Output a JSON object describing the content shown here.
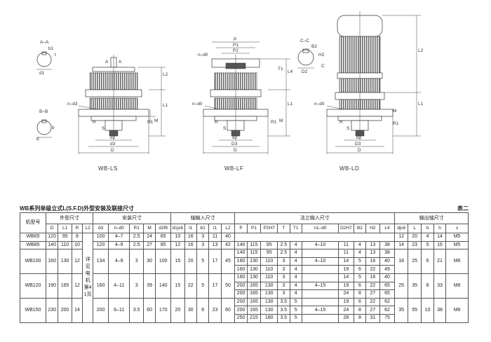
{
  "captions": {
    "ls": "WB-LS",
    "lf": "WB-LF",
    "ld": "WB-LD"
  },
  "drawing_labels": {
    "ls": {
      "sec_a": "A–A",
      "sec_b": "B–B",
      "b1": "b1",
      "t": "t",
      "d1": "d1",
      "d": "d",
      "b": "b",
      "a": "A",
      "n_d3": "n–d3",
      "l1": "L1",
      "l2": "L2",
      "r1": "R1",
      "m": "M",
      "s": "S",
      "r": "R",
      "d2": "d2",
      "d3": "d3",
      "dd": "D"
    },
    "lf": {
      "p": "P",
      "p1": "P1",
      "p2": "P2",
      "n_d0": "n–d0",
      "n_d0b": "n–d0",
      "l4": "L4",
      "t1": "T1",
      "l1": "L1",
      "r1": "R1",
      "m": "M",
      "s": "S",
      "r": "R",
      "d2": "d2",
      "d3": "D3",
      "dd": "D"
    },
    "ld": {
      "sec_c": "C–C",
      "b2": "B2",
      "h2": "H2",
      "d2c": "D2",
      "c": "C",
      "l2": "L2",
      "n_d0": "n–d0",
      "l1": "L1",
      "m": "M",
      "r1": "R1",
      "s": "S",
      "r": "R",
      "d2": "d2",
      "d3": "D3",
      "dd": "D"
    }
  },
  "table": {
    "title": "WB系列单级立式L(S.F.D)外型安装及联接尺寸",
    "number": "表二",
    "groups": {
      "model": "机型号",
      "outer": "外型尺寸",
      "install": "安装尺寸",
      "shaft_in": "轴输入尺寸",
      "flange_in": "法兰输入尺寸",
      "shaft_out": "输出轴尺寸"
    },
    "subs": {
      "outer": [
        "D",
        "L1",
        "R",
        "L2"
      ],
      "install": [
        "d3",
        "n–d0",
        "R1",
        "M",
        "d2f8"
      ],
      "shaft_in": [
        "d1js6",
        "l1",
        "b1",
        "t1",
        "L2"
      ],
      "flange_in": [
        "P",
        "P1",
        "P2H7",
        "T",
        "T1",
        "n1–d0",
        "D2H7",
        "B2",
        "H2",
        "L4"
      ],
      "shaft_out": [
        "djs6",
        "L",
        "b",
        "h",
        "s"
      ]
    },
    "motor_note": "详见电机第41页",
    "models": [
      {
        "name": "WB65",
        "outer": [
          "120",
          "95",
          "8"
        ],
        "install": [
          "100",
          "4–7",
          "2.5",
          "24",
          "65"
        ],
        "shaft_in": [
          "10",
          "16",
          "3",
          "11",
          "40"
        ],
        "flange_rows": [],
        "shaft_out": [
          "12",
          "20",
          "4",
          "14",
          "M5"
        ]
      },
      {
        "name": "WB85",
        "outer": [
          "140",
          "110",
          "10"
        ],
        "install": [
          "120",
          "4–9",
          "2.5",
          "27",
          "85"
        ],
        "shaft_in": [
          "12",
          "16",
          "3",
          "13",
          "42"
        ],
        "flange_rows": [
          [
            "140",
            "115",
            "95",
            "2.5",
            "4",
            "4–10",
            "11",
            "4",
            "13",
            "38"
          ]
        ],
        "shaft_out": [
          "14",
          "23",
          "5",
          "16",
          "M5"
        ]
      },
      {
        "name": "WB100",
        "outer": [
          "160",
          "130",
          "12"
        ],
        "install": [
          "134",
          "4–9",
          "3",
          "30",
          "100"
        ],
        "shaft_in": [
          "15",
          "20",
          "5",
          "17",
          "45"
        ],
        "flange_rows": [
          [
            "140",
            "115",
            "95",
            "2.5",
            "4",
            "",
            "11",
            "4",
            "13",
            "38"
          ],
          [
            "160",
            "130",
            "110",
            "3",
            "4",
            "4–10",
            "14",
            "5",
            "16",
            "40"
          ],
          [
            "160",
            "130",
            "110",
            "3",
            "4",
            "",
            "19",
            "6",
            "22",
            "49"
          ]
        ],
        "shaft_out": [
          "18",
          "25",
          "6",
          "21",
          "M6"
        ]
      },
      {
        "name": "WB120",
        "outer": [
          "190",
          "165",
          "12"
        ],
        "install": [
          "160",
          "4–11",
          "3",
          "39",
          "140"
        ],
        "shaft_in": [
          "15",
          "22",
          "5",
          "17",
          "50"
        ],
        "flange_rows": [
          [
            "160",
            "130",
            "110",
            "3",
            "4",
            "",
            "14",
            "5",
            "16",
            "40"
          ],
          [
            "200",
            "165",
            "130",
            "3",
            "4",
            "4–15",
            "19",
            "6",
            "22",
            "65"
          ],
          [
            "200",
            "165",
            "130",
            "3",
            "4",
            "",
            "24",
            "8",
            "27",
            "65"
          ]
        ],
        "shaft_out": [
          "25",
          "35",
          "8",
          "33",
          "M8"
        ]
      },
      {
        "name": "WB150",
        "outer": [
          "230",
          "200",
          "14"
        ],
        "install": [
          "200",
          "6–11",
          "3.5",
          "60",
          "170"
        ],
        "shaft_in": [
          "20",
          "30",
          "6",
          "23",
          "60"
        ],
        "flange_rows": [
          [
            "200",
            "165",
            "130",
            "3.5",
            "5",
            "",
            "19",
            "6",
            "22",
            "62"
          ],
          [
            "200",
            "165",
            "130",
            "3.5",
            "5",
            "4–15",
            "24",
            "8",
            "27",
            "62"
          ],
          [
            "250",
            "215",
            "180",
            "3.5",
            "5",
            "",
            "28",
            "8",
            "31",
            "75"
          ]
        ],
        "shaft_out": [
          "35",
          "55",
          "10",
          "38",
          "M8"
        ]
      }
    ]
  }
}
